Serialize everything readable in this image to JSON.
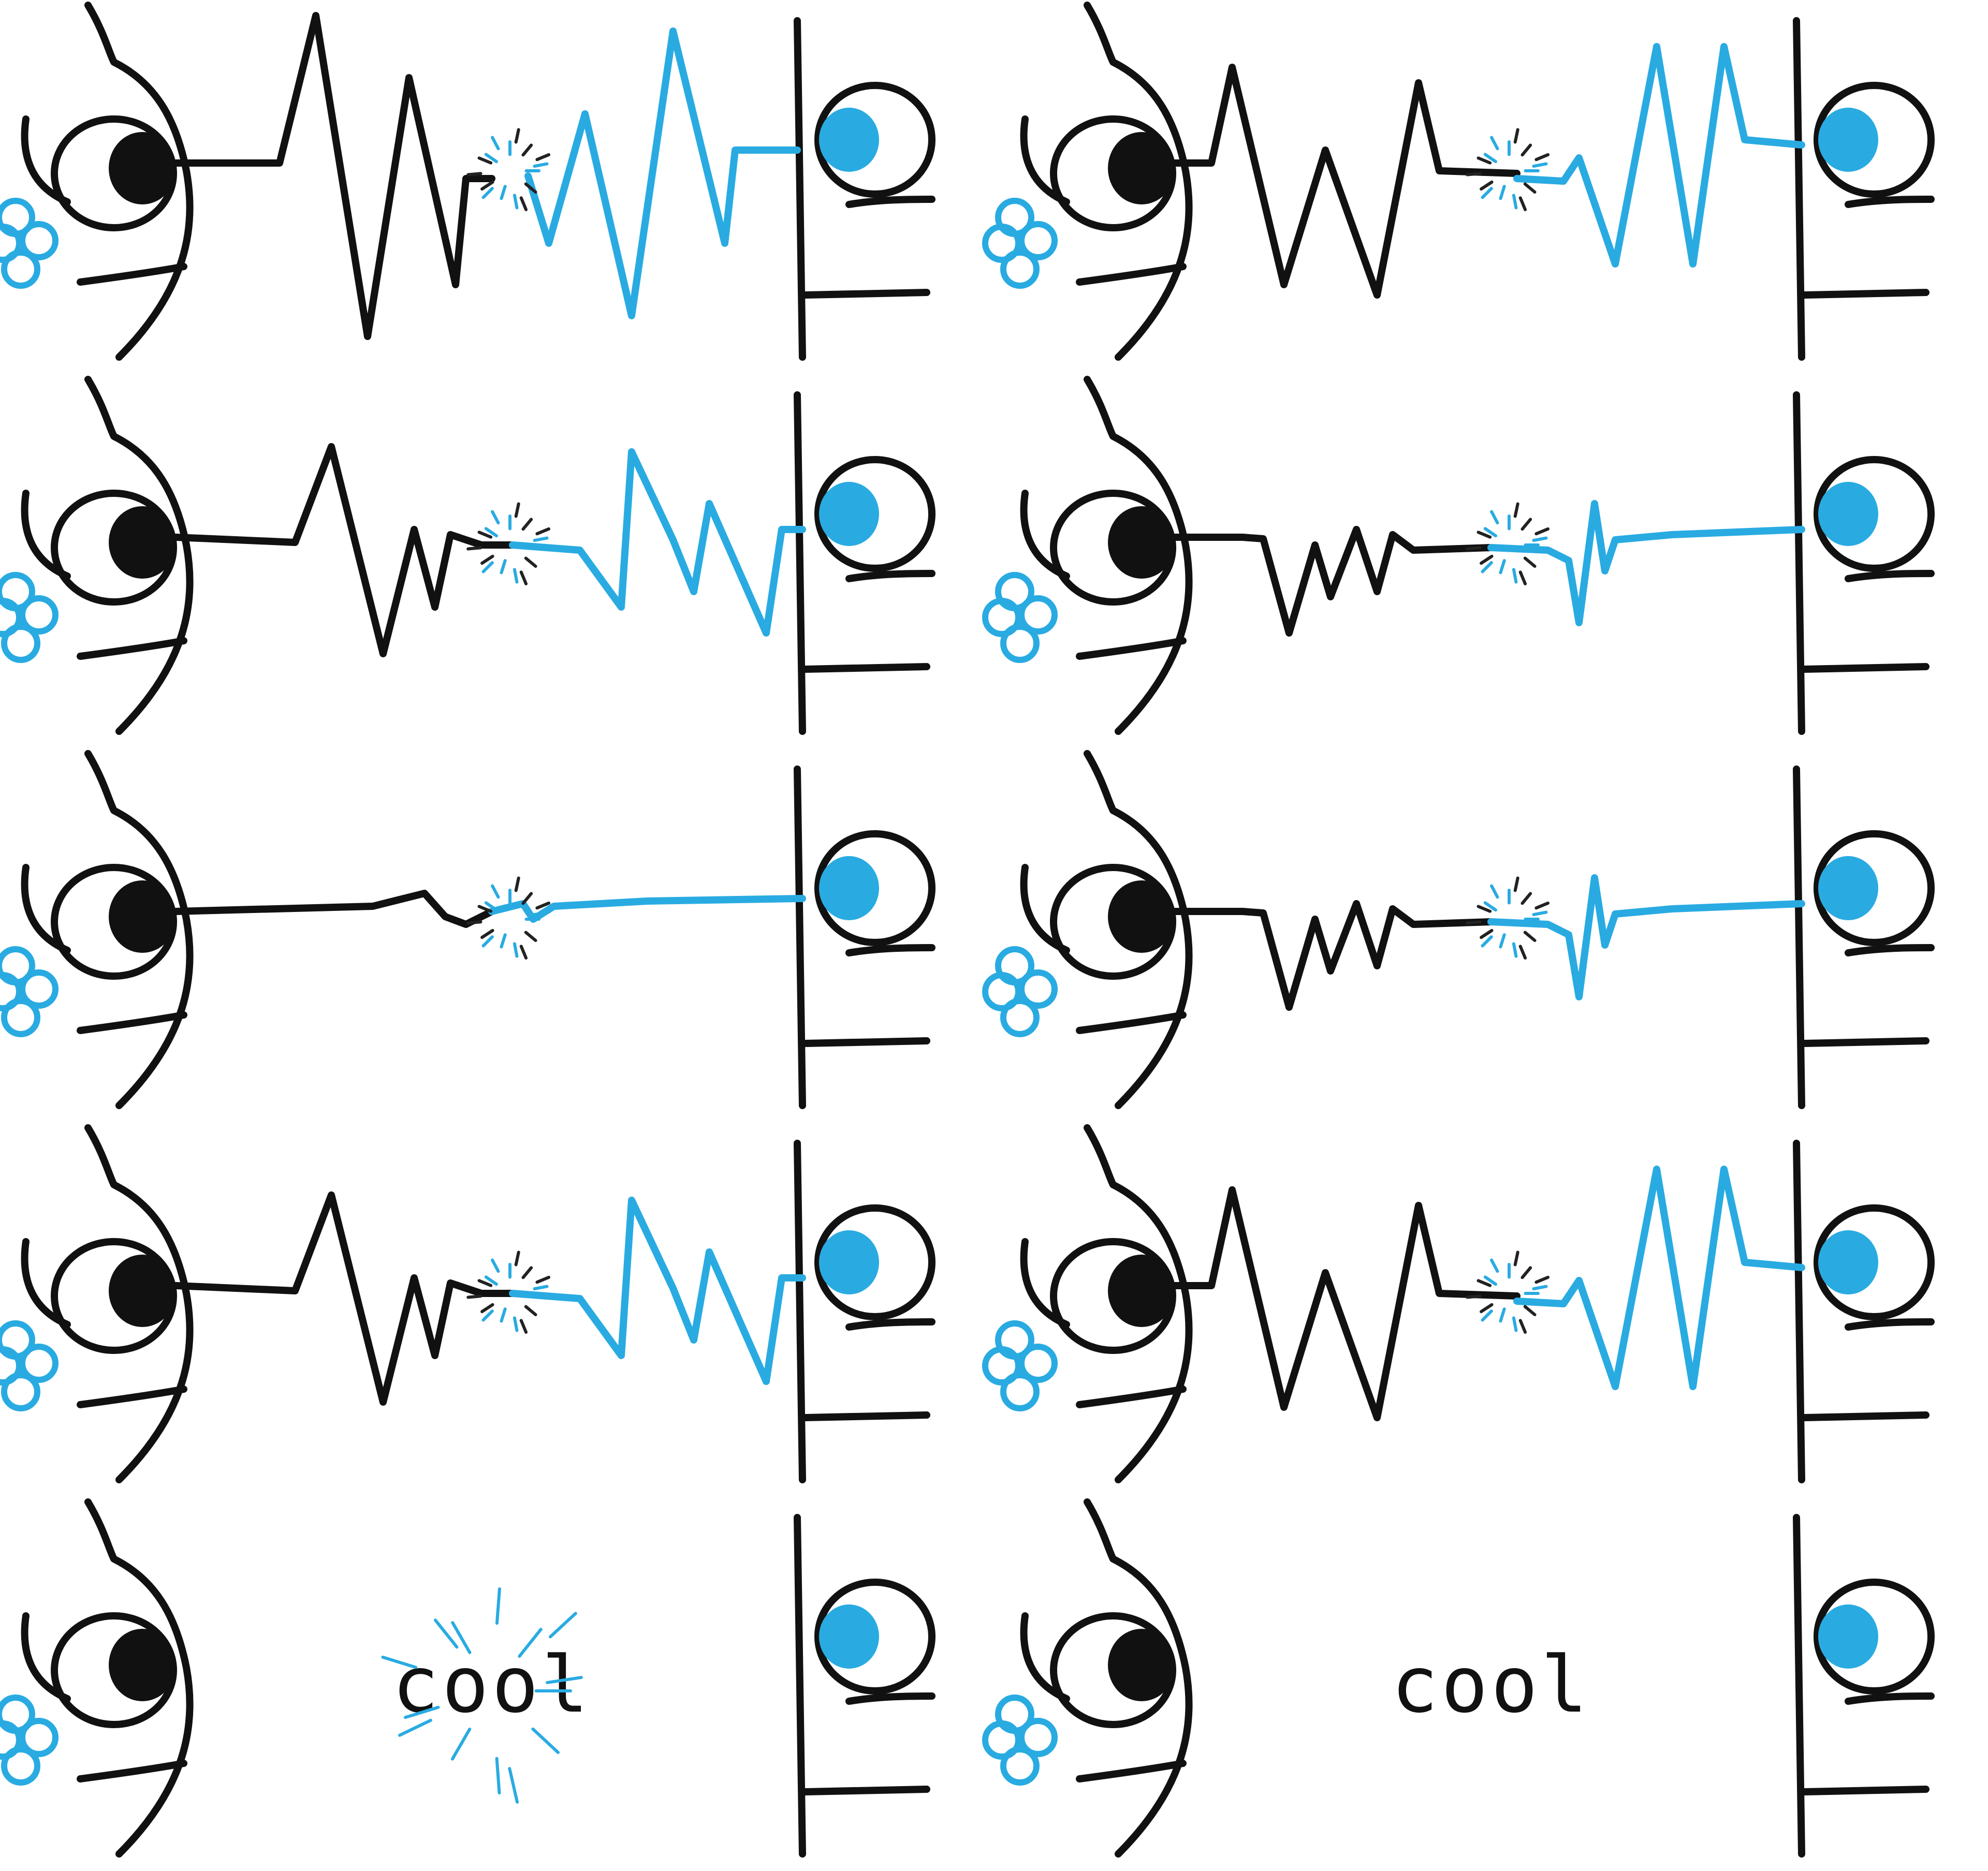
{
  "colors": {
    "ink": "#111111",
    "accent_blue": "#29abe2",
    "background": "#ffffff"
  },
  "layout_grid": {
    "columns": 2,
    "rows": 5
  },
  "panels": [
    {
      "id": "r1-left",
      "wave": "both-large"
    },
    {
      "id": "r1-right",
      "wave": "both-large-meeting"
    },
    {
      "id": "r2-left",
      "wave": "black-fading-blue-large"
    },
    {
      "id": "r2-right",
      "wave": "black-medium-blue-small-burst"
    },
    {
      "id": "r3-left",
      "wave": "flat-touch-burst"
    },
    {
      "id": "r3-right",
      "wave": "black-medium-blue-small-burst"
    },
    {
      "id": "r4-left",
      "wave": "black-fading-blue-large"
    },
    {
      "id": "r4-right",
      "wave": "both-large-meeting"
    },
    {
      "id": "r5-left",
      "caption": "cool",
      "caption_style": "sparkle"
    },
    {
      "id": "r5-right",
      "caption": "cool",
      "caption_style": "plain"
    }
  ],
  "icons": {
    "left_character": "round-face-black-eye-icon",
    "right_character": "blue-eye-character-icon",
    "flower": "blue-flower-icon"
  }
}
